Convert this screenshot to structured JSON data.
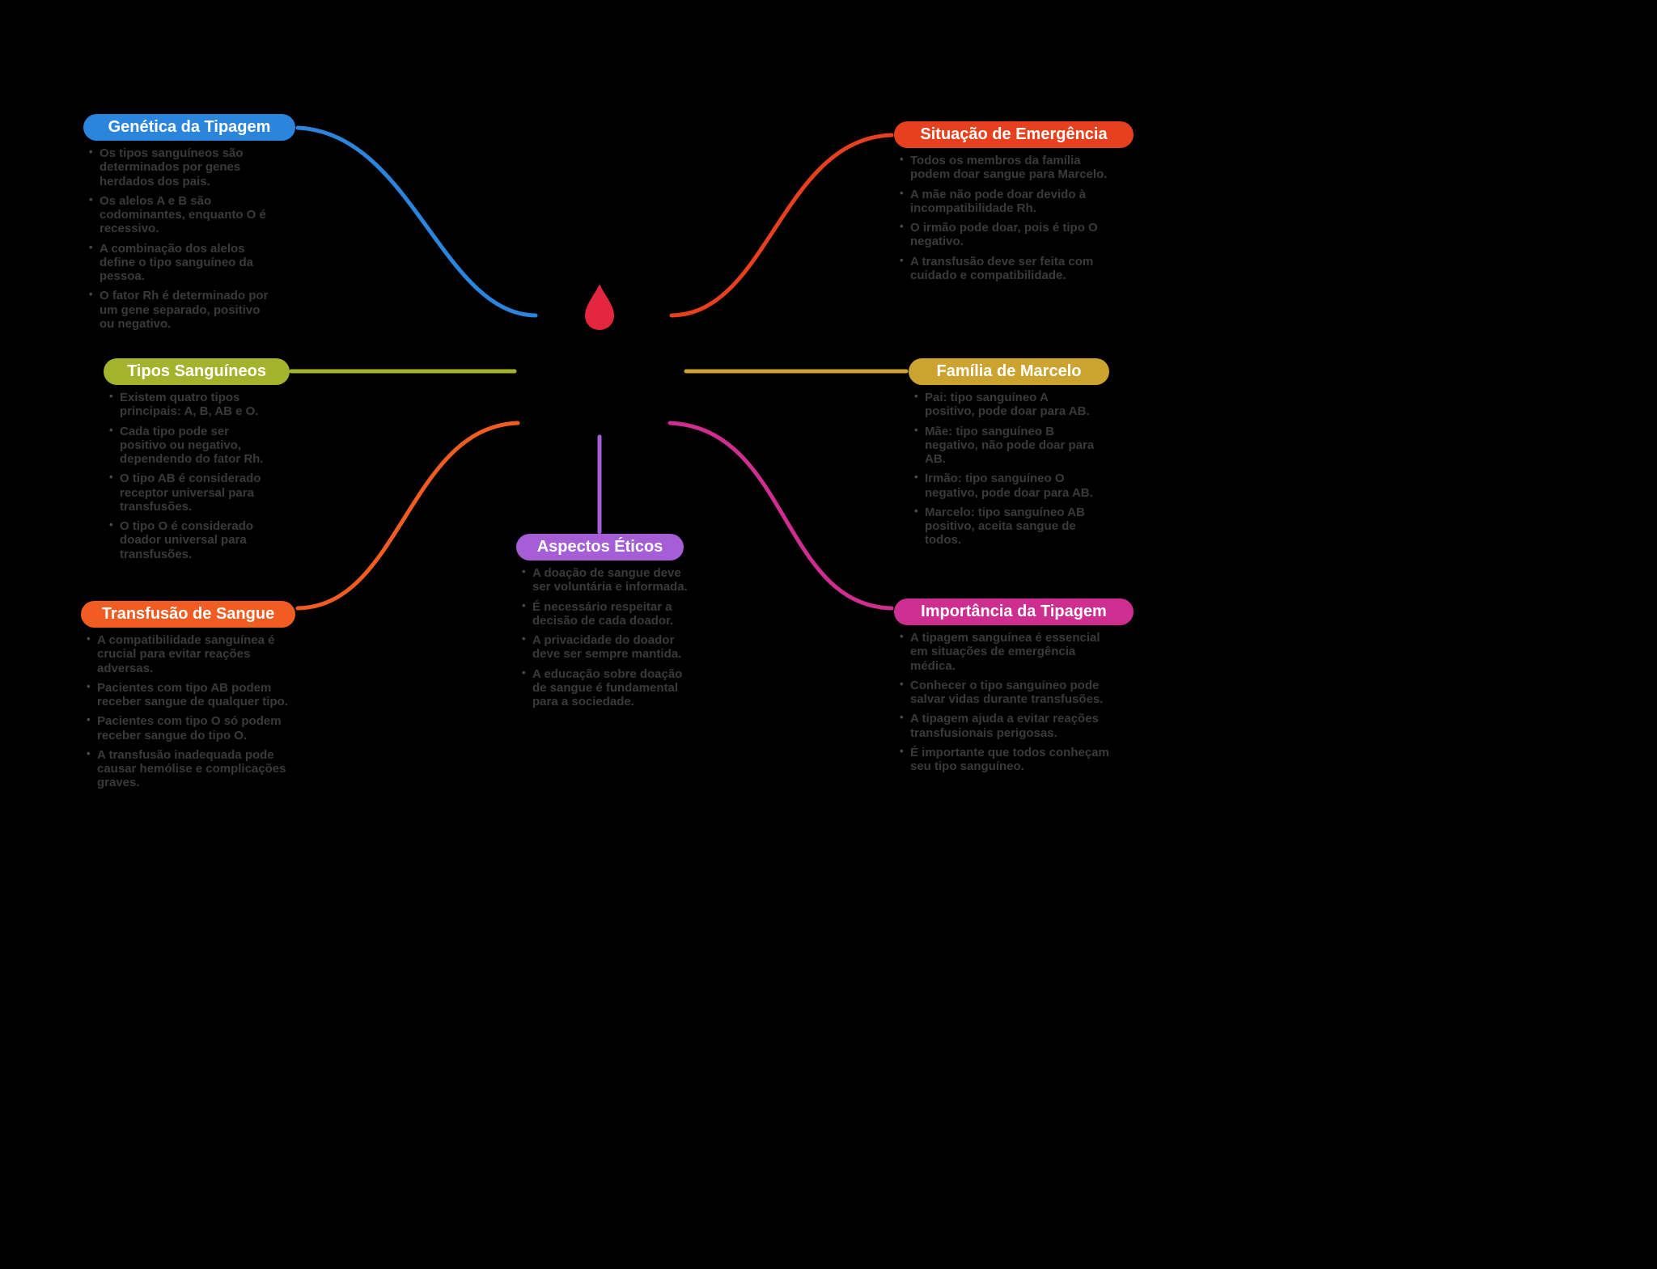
{
  "canvas": {
    "background": "#000000",
    "bullet_text_color": "#3a3a3a"
  },
  "center": {
    "icon": "blood-drop",
    "icon_color": "#e5263f"
  },
  "nodes": [
    {
      "id": "genetica-da-tipagem",
      "title": "Genética da Tipagem",
      "color": "#2b85dd",
      "bullets": [
        "Os tipos sanguíneos são determinados por genes herdados dos pais.",
        "Os alelos A e B são codominantes, enquanto O é recessivo.",
        "A combinação dos alelos define o tipo sanguíneo da pessoa.",
        "O fator Rh é determinado por um gene separado, positivo ou negativo."
      ]
    },
    {
      "id": "situacao-de-emergencia",
      "title": "Situação de Emergência",
      "color": "#e6401e",
      "bullets": [
        "Todos os membros da família podem doar sangue para Marcelo.",
        "A mãe não pode doar devido à incompatibilidade Rh.",
        "O irmão pode doar, pois é tipo O negativo.",
        "A transfusão deve ser feita com cuidado e compatibilidade."
      ]
    },
    {
      "id": "tipos-sanguineos",
      "title": "Tipos Sanguíneos",
      "color": "#a3b42c",
      "bullets": [
        "Existem quatro tipos principais: A, B, AB e O.",
        "Cada tipo pode ser positivo ou negativo, dependendo do fator Rh.",
        "O tipo AB é considerado receptor universal para transfusões.",
        "O tipo O é considerado doador universal para transfusões."
      ]
    },
    {
      "id": "familia-de-marcelo",
      "title": "Família de Marcelo",
      "color": "#cda32f",
      "bullets": [
        "Pai: tipo sanguíneo A positivo, pode doar para AB.",
        "Mãe: tipo sanguíneo B negativo, não pode doar para AB.",
        "Irmão: tipo sanguíneo O negativo, pode doar para AB.",
        "Marcelo: tipo sanguíneo AB positivo, aceita sangue de todos."
      ]
    },
    {
      "id": "transfusao-de-sangue",
      "title": "Transfusão de Sangue",
      "color": "#f05c22",
      "bullets": [
        "A compatibilidade sanguínea é crucial para evitar reações adversas.",
        "Pacientes com tipo AB podem receber sangue de qualquer tipo.",
        "Pacientes com tipo O só podem receber sangue do tipo O.",
        "A transfusão inadequada pode causar hemólise e complicações graves."
      ]
    },
    {
      "id": "aspectos-eticos",
      "title": "Aspectos Éticos",
      "color": "#a55ed6",
      "bullets": [
        "A doação de sangue deve ser voluntária e informada.",
        "É necessário respeitar a decisão de cada doador.",
        "A privacidade do doador deve ser sempre mantida.",
        "A educação sobre doação de sangue é fundamental para a sociedade."
      ]
    },
    {
      "id": "importancia-da-tipagem",
      "title": "Importância da Tipagem",
      "color": "#ce2e8f",
      "bullets": [
        "A tipagem sanguínea é essencial em situações de emergência médica.",
        "Conhecer o tipo sanguíneo pode salvar vidas durante transfusões.",
        "A tipagem ajuda a evitar reações transfusionais perigosas.",
        "É importante que todos conheçam seu tipo sanguíneo."
      ]
    }
  ]
}
